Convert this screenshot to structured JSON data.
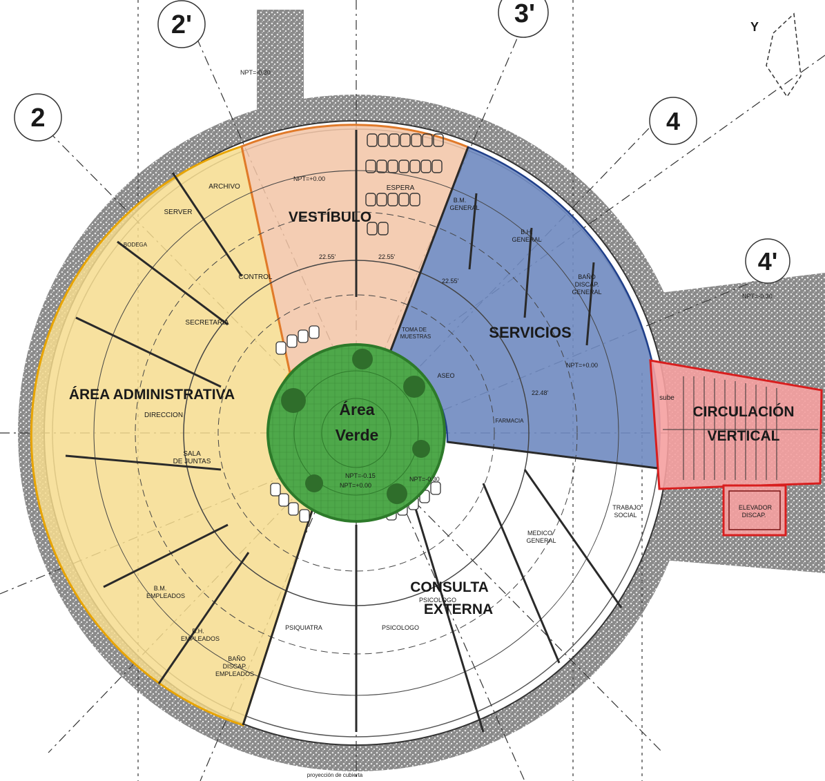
{
  "zones": {
    "administrativa": {
      "label": "ÁREA ADMINISTRATIVA",
      "fill": "#f6dc8e",
      "stroke": "#e8a400"
    },
    "vestibulo": {
      "label": "VESTÍBULO",
      "fill": "#f2c4a6",
      "stroke": "#e07a2a"
    },
    "servicios": {
      "label": "SERVICIOS",
      "fill": "#6f89c0",
      "stroke": "#1f3f8a"
    },
    "circulacion": {
      "label": "CIRCULACIÓN VERTICAL",
      "line1": "CIRCULACIÓN",
      "line2": "VERTICAL",
      "fill": "#f5a0a0",
      "stroke": "#d81e1e"
    },
    "area_verde": {
      "label": "Área Verde",
      "line1": "Área",
      "line2": "Verde",
      "fill": "#4ea84a",
      "stroke": "#2d7a2a"
    },
    "consulta": {
      "label": "CONSULTA EXTERNA",
      "line1": "CONSULTA",
      "line2": "EXTERNA"
    }
  },
  "axis_labels": [
    "2",
    "2'",
    "3'",
    "4",
    "4'",
    "Y"
  ],
  "rooms": {
    "archivo": "ARCHIVO",
    "server": "SERVER",
    "bodega": "BODEGA",
    "control": "CONTROL",
    "secretaria": "SECRETARIA",
    "direccion": "DIRECCION",
    "sala": "SALA",
    "juntas": "DE JUNTAS",
    "bm_empleados_1": "B.M.",
    "bm_empleados_2": "EMPLEADOS",
    "bh_empleados_1": "B.H.",
    "bh_empleados_2": "EMPLEADOS",
    "bano_discap_emp_1": "BAÑO",
    "bano_discap_emp_2": "DISCAP.",
    "bano_discap_emp_3": "EMPLEADOS",
    "espera": "ESPERA",
    "bm_general_1": "B.M.",
    "bm_general_2": "GENERAL",
    "bh_general_1": "B.H.",
    "bh_general_2": "GENERAL",
    "bano_discap_gen_1": "BAÑO",
    "bano_discap_gen_2": "DISCAP.",
    "bano_discap_gen_3": "GENERAL",
    "toma_1": "TOMA DE",
    "toma_2": "MUESTRAS",
    "aseo": "ASEO",
    "farmacia": "FARMACIA",
    "trabajo_social_1": "TRABAJO",
    "trabajo_social_2": "SOCIAL",
    "medico_1": "MEDICO",
    "medico_2": "GENERAL",
    "psicologo_a": "PSICOLOGO",
    "psicologo_b": "PSICOLOGO",
    "psiquiatra": "PSIQUIATRA",
    "elevador_1": "ELEVADOR",
    "elevador_2": "DISCAP.",
    "sube": "sube",
    "proyeccion": "proyección de cubierta"
  },
  "levels": {
    "npt_neg": "NPT=-0.30",
    "npt_zero": "NPT=+0.00",
    "npt_garden": "NPT=-0.15"
  },
  "dimensions": [
    "22.55'",
    "22.55'",
    "22.55'",
    "22.48'"
  ]
}
